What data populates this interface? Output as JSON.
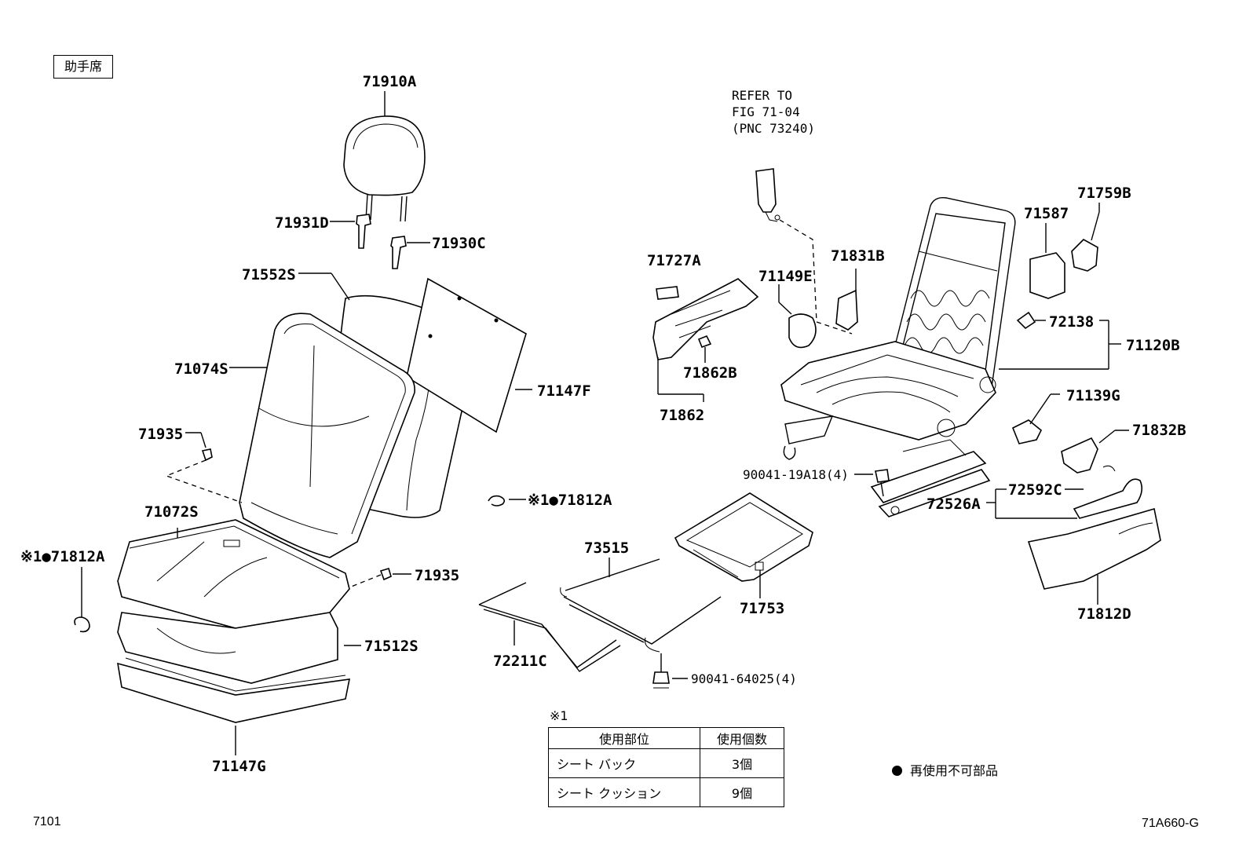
{
  "seat_tag": "助手席",
  "refer": {
    "line1": "REFER TO",
    "line2": "FIG 71-04",
    "line3": "(PNC 73240)"
  },
  "labels": {
    "p71910A": "71910A",
    "p71931D": "71931D",
    "p71930C": "71930C",
    "p71552S": "71552S",
    "p71074S": "71074S",
    "p71147F": "71147F",
    "p71935a": "71935",
    "p71935b": "71935",
    "p71072S": "71072S",
    "p71812A_left": "※1●71812A",
    "p71812A_mid": "※1●71812A",
    "p71512S": "71512S",
    "p71147G": "71147G",
    "p71727A": "71727A",
    "p71149E": "71149E",
    "p71831B": "71831B",
    "p71862B": "71862B",
    "p71862": "71862",
    "p71587": "71587",
    "p71759B": "71759B",
    "p72138": "72138",
    "p71120B": "71120B",
    "p71139G": "71139G",
    "p71832B": "71832B",
    "p90041_19A18": "90041-19A18(4)",
    "p72592C": "72592C",
    "p72526A": "72526A",
    "p73515": "73515",
    "p72211C": "72211C",
    "p71753": "71753",
    "p90041_64025": "90041-64025(4)",
    "p71812D": "71812D"
  },
  "note": {
    "mark": "※1",
    "headers": [
      "使用部位",
      "使用個数"
    ],
    "rows": [
      {
        "part": "シート バック",
        "qty": "3個"
      },
      {
        "part": "シート クッション",
        "qty": "9個"
      }
    ]
  },
  "legend": "再使用不可部品",
  "page_code": "7101",
  "fig_code": "71A660-G"
}
